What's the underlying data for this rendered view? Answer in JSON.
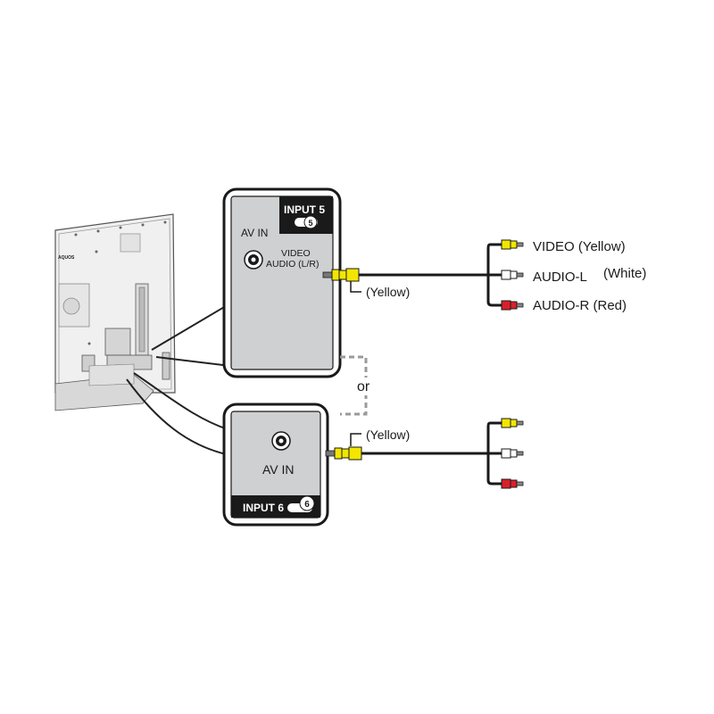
{
  "panel_top": {
    "badge_label": "INPUT 5",
    "badge_number": "5",
    "av_in_label": "AV IN",
    "video_label": "VIDEO",
    "audio_label": "AUDIO (L/R)"
  },
  "panel_bottom": {
    "badge_label": "INPUT 6",
    "badge_number": "6",
    "av_in_label": "AV IN"
  },
  "tv": {
    "brand": "AQUOS"
  },
  "plug_labels": {
    "top": "(Yellow)",
    "bottom": "(Yellow)"
  },
  "or_label": "or",
  "cable_labels": {
    "video": "VIDEO (Yellow)",
    "audio_l": "AUDIO-L",
    "audio_l_color": "(White)",
    "audio_r": "AUDIO-R (Red)"
  },
  "colors": {
    "yellow": "#f2e600",
    "white": "#ffffff",
    "red": "#d9202a",
    "panel_gray": "#cfd0d2",
    "outline": "#1a1a1a",
    "dashed": "#9a9a9a"
  }
}
